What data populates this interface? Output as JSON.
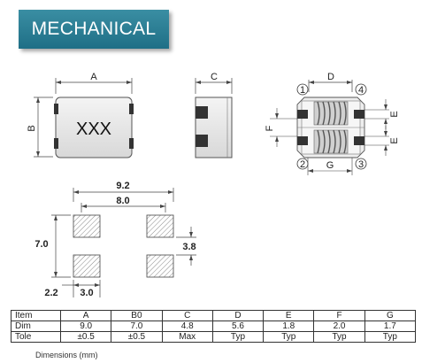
{
  "banner": {
    "title": "MECHANICAL"
  },
  "drawing": {
    "top_view": {
      "marking": "XXX",
      "dim_a": "A",
      "dim_b": "B"
    },
    "side_view": {
      "dim_c": "C"
    },
    "pin_view": {
      "dim_d": "D",
      "dim_e": "E",
      "dim_f": "F",
      "dim_g": "G",
      "pins": [
        "1",
        "2",
        "3",
        "4"
      ]
    },
    "land_pattern": {
      "overall_width": "9.2",
      "inner_width": "8.0",
      "height": "7.0",
      "pad_gap": "3.8",
      "pad_offset": "2.2",
      "pad_width": "3.0"
    }
  },
  "table": {
    "rows": [
      [
        "Item",
        "A",
        "B0",
        "C",
        "D",
        "E",
        "F",
        "G"
      ],
      [
        "Dim",
        "9.0",
        "7.0",
        "4.8",
        "5.6",
        "1.8",
        "2.0",
        "1.7"
      ],
      [
        "Tole",
        "±0.5",
        "±0.5",
        "Max",
        "Typ",
        "Typ",
        "Typ",
        "Typ"
      ]
    ]
  },
  "caption": "Dimensions (mm)"
}
